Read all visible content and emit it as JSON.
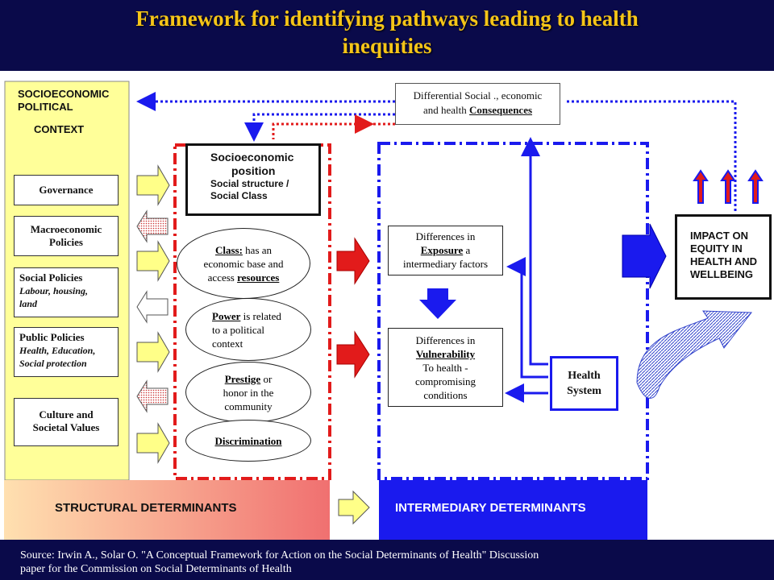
{
  "title": {
    "line1": "Framework for identifying pathways leading to health",
    "line2": "inequities"
  },
  "context": {
    "heading_line1": "SOCIOECONOMIC",
    "heading_line2": "POLITICAL",
    "heading_line3": "CONTEXT",
    "governance": "Governance",
    "macro_line1": "Macroeconomic",
    "macro_line2": "Policies",
    "social_title": "Social Policies",
    "social_sub_line1": "Labour, housing,",
    "social_sub_line2": "land",
    "public_title": "Public Policies",
    "public_sub_line1": "Health, Education,",
    "public_sub_line2": "Social protection",
    "culture_line1": "Culture and",
    "culture_line2": "Societal Values"
  },
  "consequences": {
    "line1": "Differential Social ., economic",
    "line2_prefix": "and health ",
    "line2_underlined": "Consequences"
  },
  "socioeconomic_position": {
    "line1": "Socioeconomic",
    "line2": "position",
    "line3": "Social structure /",
    "line4": "Social Class"
  },
  "ellipses": {
    "class_title": "Class:",
    "class_rest1": " has an",
    "class_line2": "economic base and",
    "class_line3_prefix": "access ",
    "class_line3_underlined": "resources",
    "power_title": "Power",
    "power_rest1": " is related",
    "power_line2": "to a political",
    "power_line3": "context",
    "prestige_title": "Prestige",
    "prestige_rest1": " or",
    "prestige_line2": "honor in the",
    "prestige_line3": "community",
    "discrimination": "Discrimination"
  },
  "intermediary": {
    "exposure_line1": "Differences in",
    "exposure_underlined": "Exposure",
    "exposure_rest": " a",
    "exposure_line3": "intermediary factors",
    "vuln_line1": "Differences in",
    "vuln_underlined": "Vulnerability",
    "vuln_line3": "To health -",
    "vuln_line4": "compromising",
    "vuln_line5": "conditions",
    "health_line1": "Health",
    "health_line2": "System"
  },
  "impact": {
    "line1": "IMPACT ON",
    "line2": "EQUITY IN",
    "line3": "HEALTH AND",
    "line4": "WELLBEING"
  },
  "bottom": {
    "structural": "STRUCTURAL DETERMINANTS",
    "intermediary": "INTERMEDIARY DETERMINANTS"
  },
  "source": {
    "line1": "Source: Irwin A., Solar O. \"A Conceptual Framework for Action on the Social Determinants of Health\" Discussion",
    "line2": "paper for the Commission on Social Determinants of Health"
  },
  "colors": {
    "title": "#f5c518",
    "background": "#0a0a4a",
    "context_panel": "#ffff99",
    "structural_red": "#e21b1b",
    "intermediary_blue": "#1a1aee"
  }
}
